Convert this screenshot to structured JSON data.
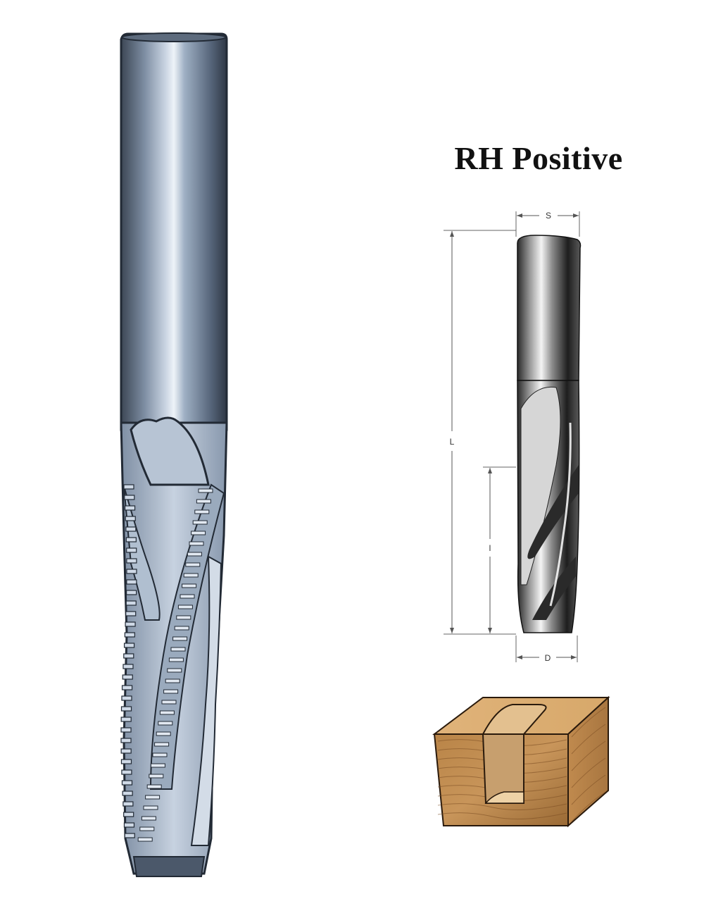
{
  "diagram": {
    "title": "RH Positive",
    "dimension_labels": {
      "shank_diameter": "S",
      "overall_length": "L",
      "cutting_length": "l",
      "cutting_diameter": "D"
    }
  },
  "colors": {
    "steel_dark": "#3c4654",
    "steel_mid": "#7d8da2",
    "steel_light": "#c9d4e2",
    "chrome_light": "#f4f4f4",
    "chrome_dark": "#1e1e1e",
    "wood_light": "#d7a86a",
    "wood_dark": "#8a5a2b"
  }
}
